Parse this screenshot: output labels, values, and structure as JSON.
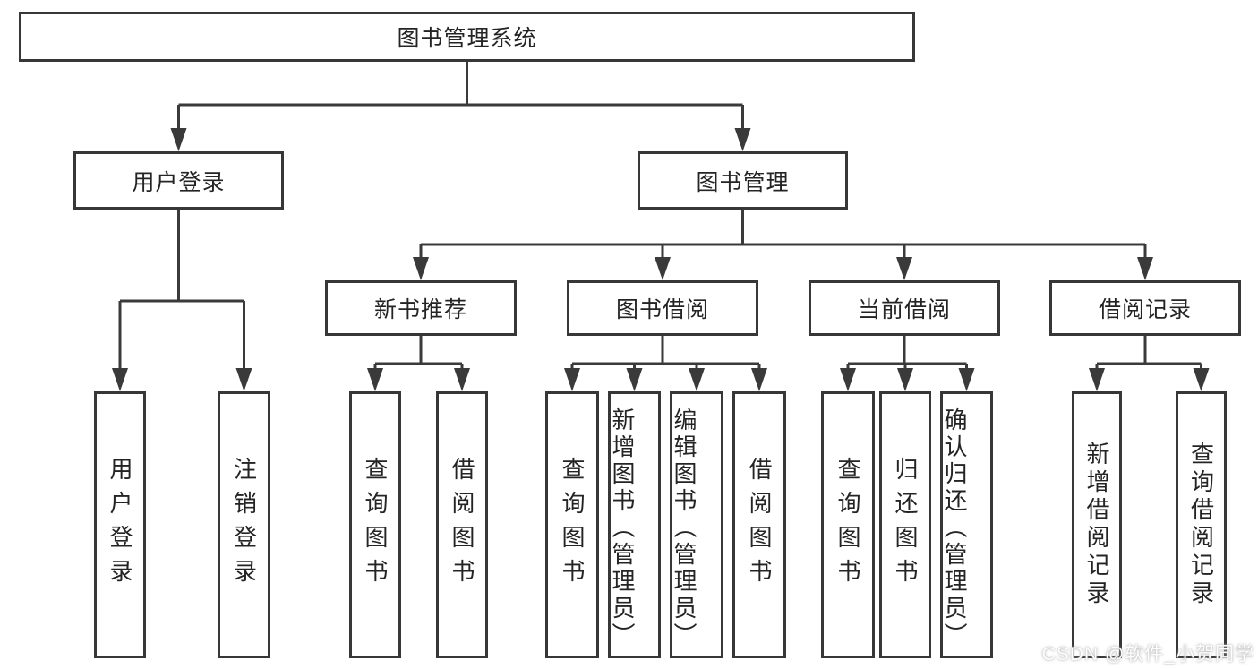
{
  "diagram_title": "图书管理系统",
  "colors": {
    "background": "#ffffff",
    "line": "#3a3a3a",
    "box_border": "#373737",
    "text": "#242424",
    "watermark": "#fdfdfd"
  },
  "nodes": {
    "root": "图书管理系统",
    "level2": {
      "user_login_group": "用户登录",
      "book_management": "图书管理"
    },
    "level3": {
      "new_book_recommend": "新书推荐",
      "book_borrowing": "图书借阅",
      "current_borrowing": "当前借阅",
      "borrowing_records": "借阅记录"
    },
    "leaves": {
      "user_login": "用户登录",
      "logout": "注销登录",
      "recommend_query_books": "查询图书",
      "recommend_borrow_books": "借阅图书",
      "borrowing_query_books": "查询图书",
      "borrowing_add_books": "新增图书（管理员）",
      "borrowing_edit_books": "编辑图书（管理员）",
      "borrowing_borrow_books": "借阅图书",
      "current_query_books": "查询图书",
      "current_return_books": "归还图书",
      "current_confirm_return": "确认归还（管理员）",
      "records_add_record": "新增借阅记录",
      "records_query_record": "查询借阅记录"
    }
  },
  "watermark": "CSDN @软件_小贺同学"
}
